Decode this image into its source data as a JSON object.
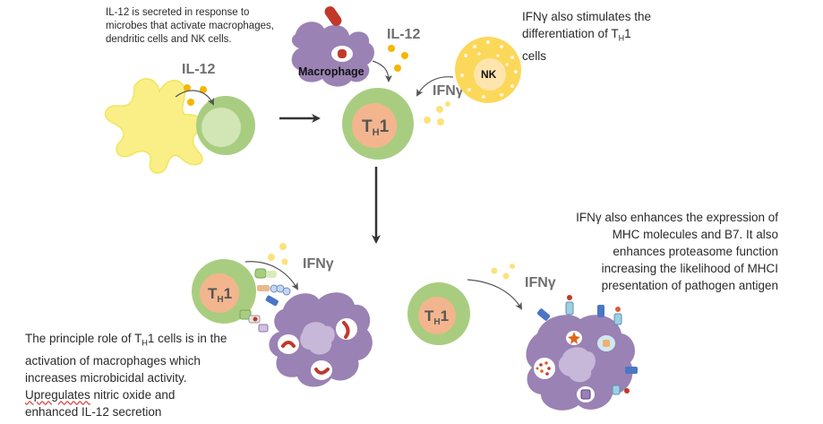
{
  "labels": {
    "il12_left": "IL-12",
    "il12_top": "IL-12",
    "ifn_nk": "IFNγ",
    "ifn_bottom_left": "IFNγ",
    "ifn_bottom_right": "IFNγ",
    "macrophage": "Macrophage",
    "nk": "NK",
    "th1_main": "T",
    "th1_sub": "H",
    "th1_num": "1"
  },
  "notes": {
    "il12_secreted": {
      "line1": "IL-12 is secreted in response to",
      "line2": "microbes that activate macrophages,",
      "line3": "dendritic cells and NK cells."
    },
    "ifn_differentiation": {
      "line1": "IFNγ also stimulates the",
      "line2_pre": "differentiation of T",
      "line2_sub": "H",
      "line2_post": "1",
      "line3": "cells"
    },
    "ifn_expression": {
      "line1": "IFNγ also enhances the expression of",
      "line2": "MHC molecules and B7. It also",
      "line3": "enhances proteasome function",
      "line4": "increasing the likelihood of MHCI",
      "line5": "presentation of pathogen antigen"
    },
    "principle_role": {
      "line1_pre": "The principle role of T",
      "line1_sub": "H",
      "line1_post": "1 cells is in the",
      "line2": "activation of macrophages which",
      "line3": "increases microbicidal activity.",
      "line4_flag": "Upregulates",
      "line4_rest": " nitric oxide and",
      "line5": "enhanced IL-12 secretion"
    }
  },
  "colors": {
    "th1_outer": "#a9cd80",
    "th1_inner": "#f3b58e",
    "macrophage": "#9a82b4",
    "macrophage_nucleus": "#c7b7d8",
    "dendritic": "#f9ef86",
    "nk_outer": "#fcd85a",
    "nk_inner": "#fde5ad",
    "cytokine": "#f7b500",
    "pale_cytokine": "#fbe37a",
    "microbe": "#c0392b",
    "receptor_blue": "#4a76c4"
  }
}
